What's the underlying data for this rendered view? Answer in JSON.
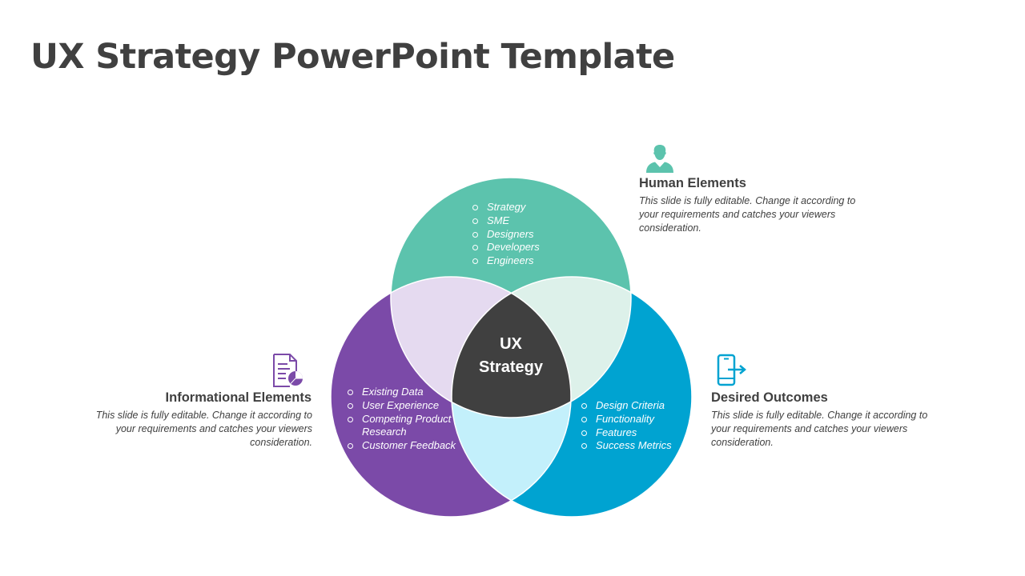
{
  "slide": {
    "title": "UX Strategy PowerPoint Template"
  },
  "center": {
    "line1": "UX",
    "line2": "Strategy"
  },
  "human": {
    "heading": "Human Elements",
    "description": "This slide is fully editable. Change it according to your requirements and catches your viewers consideration.",
    "items": [
      "Strategy",
      "SME",
      "Designers",
      "Developers",
      "Engineers"
    ],
    "icon": "person-icon",
    "color": "#5CC3AD"
  },
  "informational": {
    "heading": "Informational Elements",
    "description": "This slide is fully editable. Change it according to your requirements and catches your viewers consideration.",
    "items": [
      "Existing Data",
      "User Experience",
      "Competing Product",
      "Research",
      "Customer Feedback"
    ],
    "icon": "document-chart-icon",
    "color": "#7B4AA8"
  },
  "outcomes": {
    "heading": "Desired Outcomes",
    "description": "This slide is fully editable. Change it according to your requirements and catches your viewers consideration.",
    "items": [
      "Design Criteria",
      "Functionality",
      "Features",
      "Success Metrics"
    ],
    "icon": "mobile-share-icon",
    "color": "#00A3D1"
  },
  "overlaps": {
    "human_info": "#E5DAF0",
    "human_outcomes": "#DDF1EA",
    "info_outcomes": "#C3F0FB",
    "center": "#404040"
  }
}
